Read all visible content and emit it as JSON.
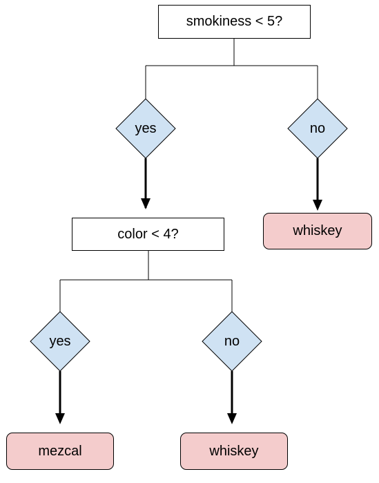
{
  "colors": {
    "decision_fill": "#cfe2f3",
    "leaf_fill": "#f4cccc",
    "stroke": "#000000",
    "question_fill": "#ffffff"
  },
  "tree": {
    "root": {
      "question": "smokiness < 5?"
    },
    "root_yes": {
      "label": "yes"
    },
    "root_no": {
      "label": "no"
    },
    "root_no_leaf": {
      "label": "whiskey"
    },
    "sub": {
      "question": "color < 4?"
    },
    "sub_yes": {
      "label": "yes"
    },
    "sub_no": {
      "label": "no"
    },
    "sub_yes_leaf": {
      "label": "mezcal"
    },
    "sub_no_leaf": {
      "label": "whiskey"
    }
  }
}
